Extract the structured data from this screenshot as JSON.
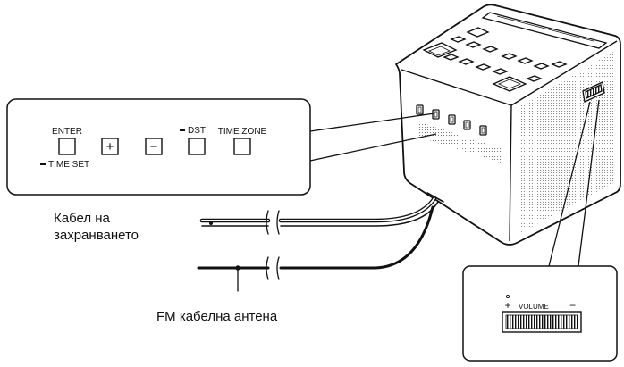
{
  "panel": {
    "enter_label": "ENTER",
    "time_set_label": "TIME SET",
    "plus_symbol": "+",
    "minus_symbol": "−",
    "dst_label": "DST",
    "time_zone_label": "TIME ZONE"
  },
  "volume": {
    "plus_symbol": "+",
    "label": "VOLUME",
    "minus_symbol": "−"
  },
  "captions": {
    "power_cable_line1": "Кабел на",
    "power_cable_line2": "захранването",
    "fm_antenna": "FM кабелна антена"
  },
  "colors": {
    "line": "#111111",
    "panel_fill": "#ffffff",
    "dots": "#555555"
  }
}
